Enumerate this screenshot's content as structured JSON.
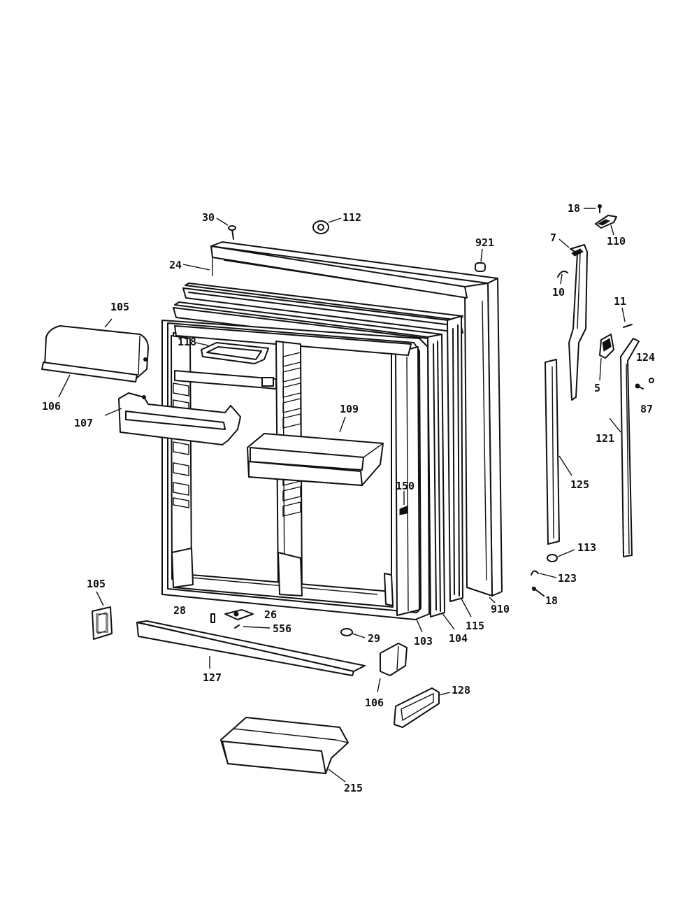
{
  "diagram": {
    "parts": [
      {
        "id": "30",
        "label": "30"
      },
      {
        "id": "112",
        "label": "112"
      },
      {
        "id": "921",
        "label": "921"
      },
      {
        "id": "24",
        "label": "24"
      },
      {
        "id": "18a",
        "label": "18"
      },
      {
        "id": "110",
        "label": "110"
      },
      {
        "id": "7",
        "label": "7"
      },
      {
        "id": "10",
        "label": "10"
      },
      {
        "id": "11",
        "label": "11"
      },
      {
        "id": "5",
        "label": "5"
      },
      {
        "id": "124",
        "label": "124"
      },
      {
        "id": "87",
        "label": "87"
      },
      {
        "id": "121",
        "label": "121"
      },
      {
        "id": "105a",
        "label": "105"
      },
      {
        "id": "106a",
        "label": "106"
      },
      {
        "id": "118",
        "label": "118"
      },
      {
        "id": "107",
        "label": "107"
      },
      {
        "id": "109",
        "label": "109"
      },
      {
        "id": "150",
        "label": "150"
      },
      {
        "id": "125",
        "label": "125"
      },
      {
        "id": "113",
        "label": "113"
      },
      {
        "id": "123",
        "label": "123"
      },
      {
        "id": "18b",
        "label": "18"
      },
      {
        "id": "910",
        "label": "910"
      },
      {
        "id": "115",
        "label": "115"
      },
      {
        "id": "104",
        "label": "104"
      },
      {
        "id": "103",
        "label": "103"
      },
      {
        "id": "105b",
        "label": "105"
      },
      {
        "id": "28",
        "label": "28"
      },
      {
        "id": "26",
        "label": "26"
      },
      {
        "id": "556",
        "label": "556"
      },
      {
        "id": "29",
        "label": "29"
      },
      {
        "id": "127",
        "label": "127"
      },
      {
        "id": "106b",
        "label": "106"
      },
      {
        "id": "128",
        "label": "128"
      },
      {
        "id": "215",
        "label": "215"
      }
    ]
  }
}
